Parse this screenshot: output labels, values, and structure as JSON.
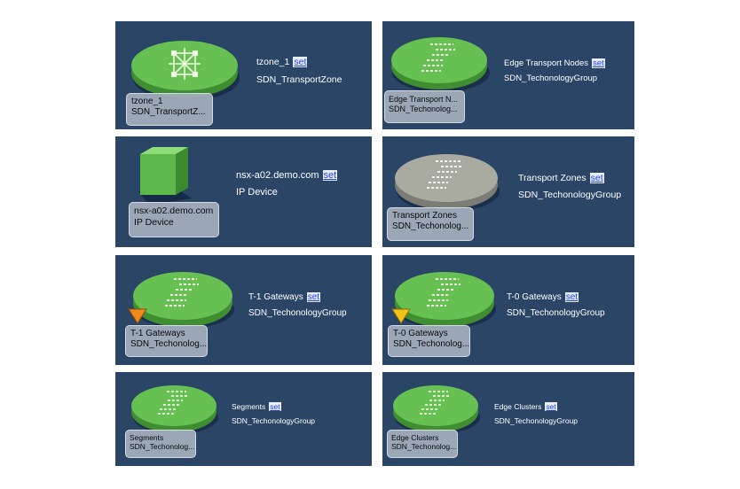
{
  "link_label": "set",
  "panels": [
    {
      "name": "tzone_1",
      "type": "SDN_TransportZone",
      "tile_line1": "tzone_1",
      "tile_line2": "SDN_TransportZ...",
      "icon": "transport-zone-network-icon",
      "color": "#5fb94d"
    },
    {
      "name": "Edge Transport Nodes",
      "type": "SDN_TechonologyGroup",
      "tile_line1": "Edge Transport N...",
      "tile_line2": "SDN_Techonolog...",
      "icon": "technology-group-icon",
      "color": "#5fb94d"
    },
    {
      "name": "nsx-a02.demo.com",
      "type": "IP Device",
      "tile_line1": "nsx-a02.demo.com",
      "tile_line2": "IP Device",
      "icon": "ip-device-cube-icon",
      "color": "#5fb94d"
    },
    {
      "name": "Transport Zones",
      "type": "SDN_TechonologyGroup",
      "tile_line1": "Transport Zones",
      "tile_line2": "SDN_Techonolog...",
      "icon": "technology-group-icon",
      "color": "#a6a89d"
    },
    {
      "name": "T-1 Gateways",
      "type": "SDN_TechonologyGroup",
      "tile_line1": "T-1 Gateways",
      "tile_line2": "SDN_Techonolog...",
      "icon": "technology-group-icon",
      "color": "#5fb94d",
      "alert_color": "#f08a1c"
    },
    {
      "name": "T-0 Gateways",
      "type": "SDN_TechonologyGroup",
      "tile_line1": "T-0 Gateways",
      "tile_line2": "SDN_Techonolog...",
      "icon": "technology-group-icon",
      "color": "#5fb94d",
      "alert_color": "#f2c21b"
    },
    {
      "name": "Segments",
      "type": "SDN_TechonologyGroup",
      "tile_line1": "Segments",
      "tile_line2": "SDN_Techonolog...",
      "icon": "technology-group-icon",
      "color": "#5fb94d"
    },
    {
      "name": "Edge Clusters",
      "type": "SDN_TechonologyGroup",
      "tile_line1": "Edge Clusters",
      "tile_line2": "SDN_Techonolog...",
      "icon": "technology-group-icon",
      "color": "#5fb94d"
    }
  ]
}
